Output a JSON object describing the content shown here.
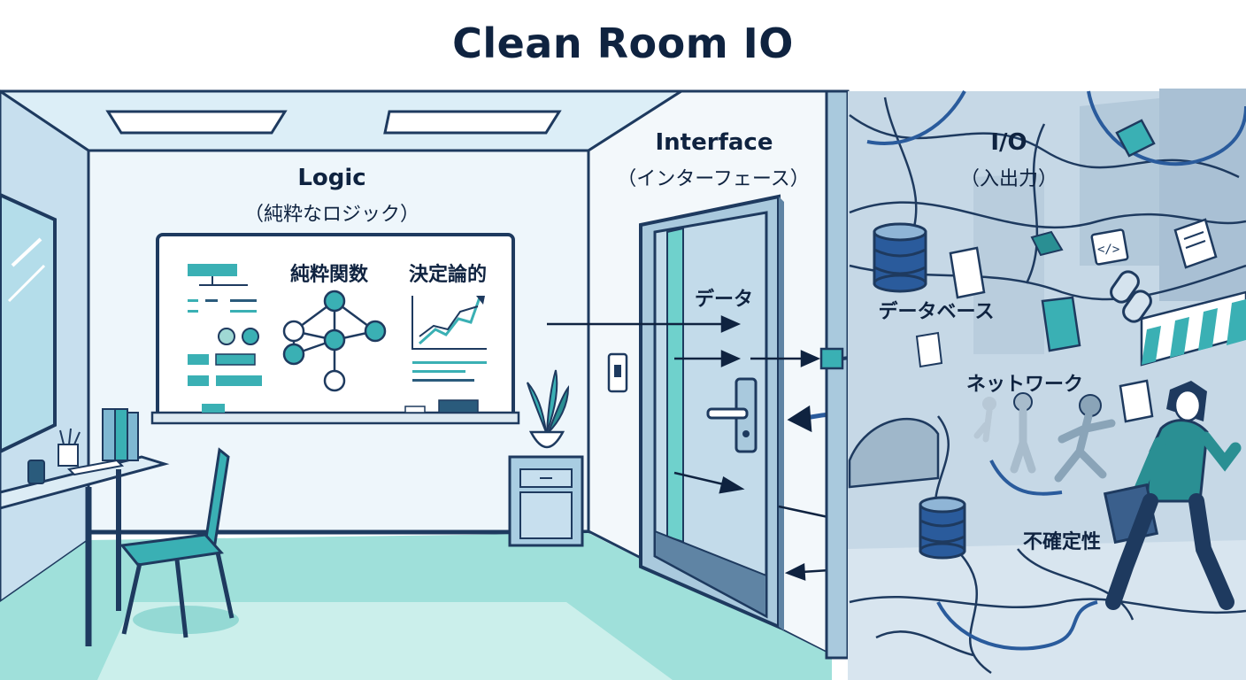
{
  "title": "Clean Room IO",
  "logic": {
    "label": "Logic",
    "sublabel": "（純粋なロジック）"
  },
  "whiteboard": {
    "concept1": "純粋関数",
    "concept2": "決定論的"
  },
  "interface": {
    "label": "Interface",
    "sublabel": "（インターフェース）",
    "door_label": "データ"
  },
  "io": {
    "label": "I/O",
    "sublabel": "（入出力）",
    "database_label": "データベース",
    "network_label": "ネットワーク",
    "uncertainty_label": "不確定性"
  },
  "icons": {
    "code": "code-icon",
    "chain": "chain-link-icon",
    "document": "document-icon",
    "database": "database-icon"
  },
  "colors": {
    "navy": "#0f2340",
    "teal": "#3ab0b4",
    "light_blue": "#cfe6f2",
    "floor": "#9fe0da",
    "chaos": "#c6d8e6"
  }
}
